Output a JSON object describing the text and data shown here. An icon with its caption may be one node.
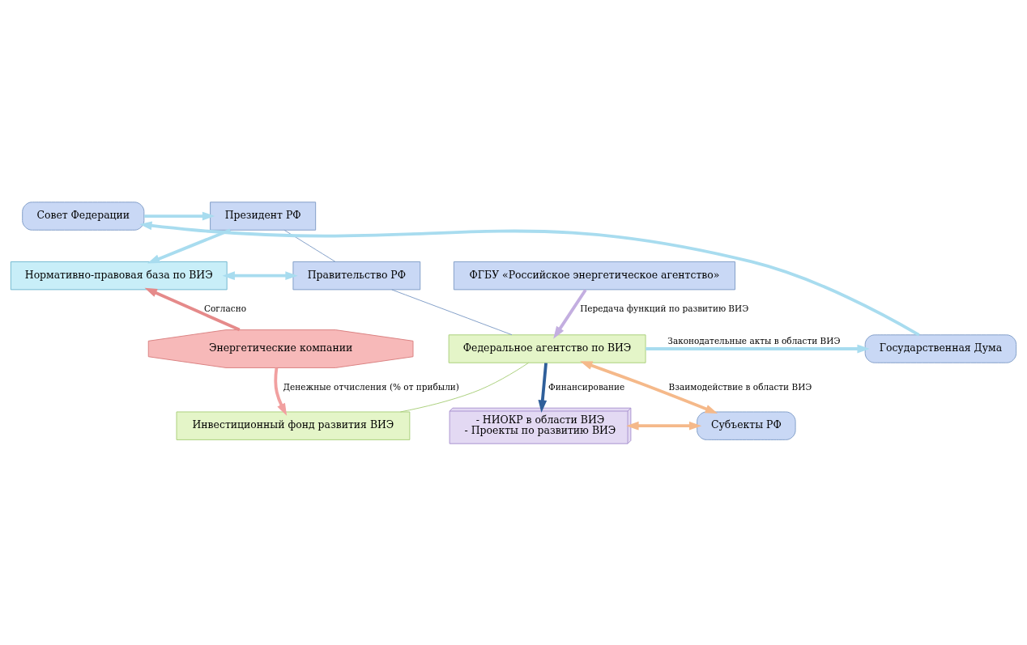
{
  "diagram": {
    "nodes": [
      {
        "text": [
          "Президент РФ"
        ]
      },
      {
        "text": [
          "Нормативно-правовая база по ВИЭ"
        ]
      },
      {
        "text": [
          "Правительство РФ"
        ]
      },
      {
        "text": [
          "Совет Федерации"
        ]
      },
      {
        "text": [
          "ФГБУ «Российское энергетическое агентство»"
        ]
      },
      {
        "text": [
          "Энергетические компании"
        ]
      },
      {
        "text": [
          "Федеральное агентство по ВИЭ"
        ]
      },
      {
        "text": [
          "Государственная Дума"
        ]
      },
      {
        "text": [
          "Инвестиционный фонд развития ВИЭ"
        ]
      },
      {
        "text": [
          "- НИОКР в области ВИЭ",
          "- Проекты по развитию ВИЭ"
        ]
      },
      {
        "text": [
          "Субъекты РФ"
        ]
      }
    ],
    "edges": [
      {
        "from": 3,
        "to": 0,
        "arrow": "to",
        "color": "#a8dcef"
      },
      {
        "from": 0,
        "to": 1,
        "arrow": "to",
        "color": "#a8dcef"
      },
      {
        "from": 0,
        "to": 2,
        "arrow": "none",
        "color": "#7f9cc6"
      },
      {
        "from": 1,
        "to": 2,
        "arrow": "both",
        "color": "#a8dcef"
      },
      {
        "from": 2,
        "to": 6,
        "arrow": "none",
        "color": "#7f9cc6"
      },
      {
        "from": 5,
        "to": 1,
        "label": "Согласно",
        "arrow": "to",
        "color": "#e58a8a"
      },
      {
        "from": 5,
        "to": 8,
        "label": "Денежные отчисления (% от прибыли)",
        "arrow": "to",
        "color": "#f1a0a0"
      },
      {
        "from": 4,
        "to": 6,
        "label": "Передача функций по развитию ВИЭ",
        "arrow": "to",
        "color": "#c3aee0"
      },
      {
        "from": 6,
        "to": 7,
        "label": "Законодательные акты в области ВИЭ",
        "arrow": "to",
        "color": "#a8dcef"
      },
      {
        "from": 7,
        "to": 3,
        "arrow": "to",
        "color": "#a8dcef"
      },
      {
        "from": 6,
        "to": 8,
        "arrow": "none",
        "color": "#a9cf7a"
      },
      {
        "from": 6,
        "to": 9,
        "label": "Финансирование",
        "arrow": "to",
        "color": "#2f5f9a"
      },
      {
        "from": 6,
        "to": 10,
        "label": "Взаимодействие в области ВИЭ",
        "arrow": "both",
        "color": "#f5b98a"
      },
      {
        "from": 9,
        "to": 10,
        "arrow": "both",
        "color": "#f5b98a"
      }
    ]
  }
}
